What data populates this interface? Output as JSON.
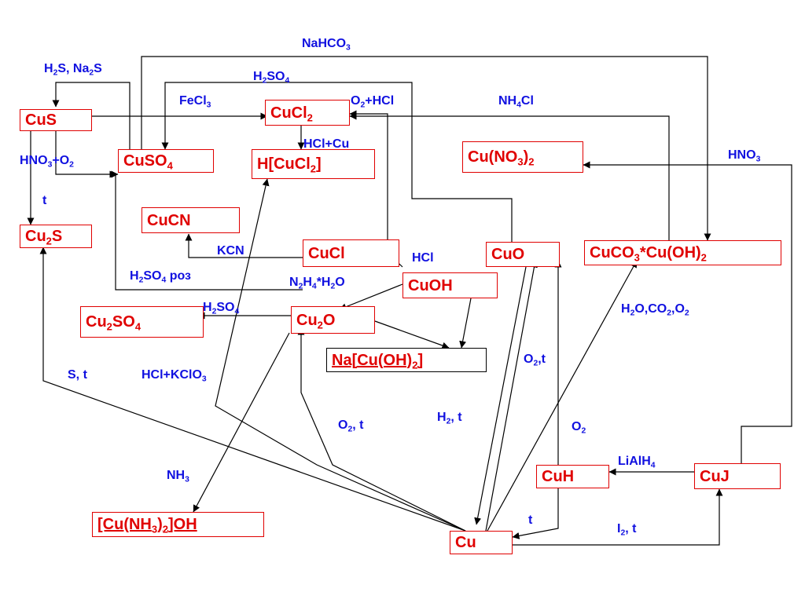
{
  "diagram": {
    "nodes": {
      "cus": [
        {
          "t": "CuS"
        }
      ],
      "cuso4": [
        {
          "t": "CuSO"
        },
        {
          "s": "4"
        }
      ],
      "cucl2": [
        {
          "t": "CuCl"
        },
        {
          "s": "2"
        }
      ],
      "hcucl2": [
        {
          "t": "H[CuCl"
        },
        {
          "s": "2"
        },
        {
          "t": "]"
        }
      ],
      "cuno32": [
        {
          "t": "Cu(NO"
        },
        {
          "s": "3"
        },
        {
          "t": ")"
        },
        {
          "s": "2"
        }
      ],
      "cucn": [
        {
          "t": "CuCN"
        }
      ],
      "cu2s": [
        {
          "t": "Cu"
        },
        {
          "s": "2"
        },
        {
          "t": "S"
        }
      ],
      "cucl": [
        {
          "t": "CuCl"
        }
      ],
      "cuo": [
        {
          "t": "CuO"
        }
      ],
      "cuco3": [
        {
          "t": "CuCO"
        },
        {
          "s": "3"
        },
        {
          "t": "*Cu(OH)"
        },
        {
          "s": "2"
        }
      ],
      "cuoh": [
        {
          "t": "CuOH"
        }
      ],
      "cu2so4": [
        {
          "t": "Cu"
        },
        {
          "s": "2"
        },
        {
          "t": "SO"
        },
        {
          "s": "4"
        }
      ],
      "cu2o": [
        {
          "t": "Cu"
        },
        {
          "s": "2"
        },
        {
          "t": "O"
        }
      ],
      "nacuoh2": [
        {
          "t": "Na[Cu(OH)"
        },
        {
          "s": "2"
        },
        {
          "t": "]"
        }
      ],
      "cuh": [
        {
          "t": "CuH"
        }
      ],
      "cuj": [
        {
          "t": "CuJ"
        }
      ],
      "cunh3oh": [
        {
          "t": "[Cu(NH"
        },
        {
          "s": "3"
        },
        {
          "t": ")"
        },
        {
          "s": "2"
        },
        {
          "t": "]OH"
        }
      ],
      "cu": [
        {
          "t": "Cu"
        }
      ]
    },
    "labels": {
      "nahco3": [
        {
          "t": "NaHCO"
        },
        {
          "s": "3"
        }
      ],
      "h2s_na2s": [
        {
          "t": "H"
        },
        {
          "s": "2"
        },
        {
          "t": "S, Na"
        },
        {
          "s": "2"
        },
        {
          "t": "S"
        }
      ],
      "h2so4_top": [
        {
          "t": "H"
        },
        {
          "s": "2"
        },
        {
          "t": "SO"
        },
        {
          "s": "4"
        }
      ],
      "fecl3": [
        {
          "t": "FeCl"
        },
        {
          "s": "3"
        }
      ],
      "o2_hcl": [
        {
          "t": "O"
        },
        {
          "s": "2"
        },
        {
          "t": "+HCl"
        }
      ],
      "nh4cl": [
        {
          "t": "NH"
        },
        {
          "s": "4"
        },
        {
          "t": "Cl"
        }
      ],
      "hcl_cu": [
        {
          "t": "HCl+Cu"
        }
      ],
      "hno3_o2": [
        {
          "t": "HNO"
        },
        {
          "s": "3"
        },
        {
          "t": "+O"
        },
        {
          "s": "2"
        }
      ],
      "hno3": [
        {
          "t": "HNO"
        },
        {
          "s": "3"
        }
      ],
      "t_left": [
        {
          "t": "t"
        }
      ],
      "kcn": [
        {
          "t": "KCN"
        }
      ],
      "hcl": [
        {
          "t": "HCl"
        }
      ],
      "h2so4_roz": [
        {
          "t": "H"
        },
        {
          "s": "2"
        },
        {
          "t": "SO"
        },
        {
          "s": "4"
        },
        {
          "t": " роз"
        }
      ],
      "n2h4": [
        {
          "t": "N"
        },
        {
          "s": "2"
        },
        {
          "t": "H"
        },
        {
          "s": "4"
        },
        {
          "t": "*H"
        },
        {
          "s": "2"
        },
        {
          "t": "O"
        }
      ],
      "h2so4_mid": [
        {
          "t": "H"
        },
        {
          "s": "2"
        },
        {
          "t": "SO"
        },
        {
          "s": "4"
        }
      ],
      "h2o_co2_o2": [
        {
          "t": "H"
        },
        {
          "s": "2"
        },
        {
          "t": "O,CO"
        },
        {
          "s": "2"
        },
        {
          "t": ",O"
        },
        {
          "s": "2"
        }
      ],
      "s_t": [
        {
          "t": "S, t"
        }
      ],
      "hcl_kclo3": [
        {
          "t": "HCl+KClO"
        },
        {
          "s": "3"
        }
      ],
      "o2_t_right": [
        {
          "t": "O"
        },
        {
          "s": "2"
        },
        {
          "t": ",t"
        }
      ],
      "o2_t": [
        {
          "t": "O"
        },
        {
          "s": "2"
        },
        {
          "t": ", t"
        }
      ],
      "h2_t": [
        {
          "t": "H"
        },
        {
          "s": "2"
        },
        {
          "t": ", t"
        }
      ],
      "o2": [
        {
          "t": "O"
        },
        {
          "s": "2"
        }
      ],
      "nh3": [
        {
          "t": "NH"
        },
        {
          "s": "3"
        }
      ],
      "lialh4": [
        {
          "t": "LiAlH"
        },
        {
          "s": "4"
        }
      ],
      "t_bottom": [
        {
          "t": "t"
        }
      ],
      "i2_t": [
        {
          "t": "I"
        },
        {
          "s": "2"
        },
        {
          "t": ", t"
        }
      ]
    }
  }
}
